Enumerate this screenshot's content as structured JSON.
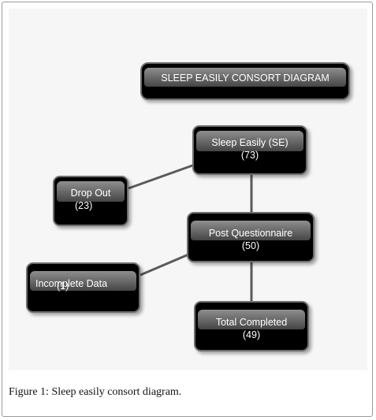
{
  "diagram": {
    "title": "SLEEP EASILY CONSORT DIAGRAM",
    "nodes": {
      "sleep_easily": {
        "label": "Sleep Easily (SE)",
        "count": "(73)"
      },
      "drop_out": {
        "label": "Drop Out",
        "count": "(23)"
      },
      "post_questionnaire": {
        "label": "Post Questionnaire",
        "count": "(50)"
      },
      "incomplete_data": {
        "label": "Incomplete Data",
        "count": "(1)"
      },
      "total_completed": {
        "label": "Total Completed",
        "count": "(49)"
      }
    }
  },
  "caption": {
    "label": "Figure 1:",
    "text": " Sleep easily consort diagram."
  }
}
